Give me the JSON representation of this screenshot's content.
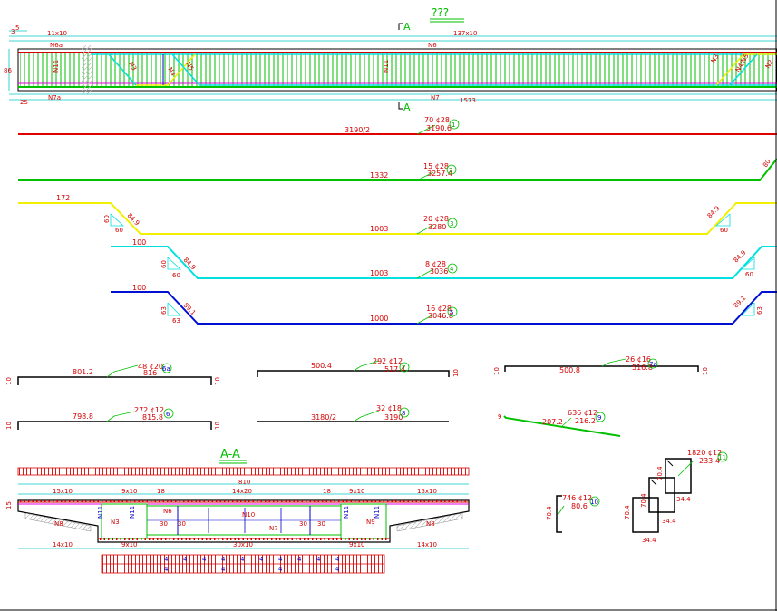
{
  "title": "???",
  "section_mark_top": "A",
  "section_mark_bottom": "A",
  "section_title": "A-A",
  "colors": {
    "red": "#e00000",
    "green": "#00c000",
    "yellow": "#f0f000",
    "cyan": "#00e0e0",
    "blue": "#0010d0",
    "dim": "#00c8c8",
    "text": "#d40000"
  },
  "elevation": {
    "dims_top_left": [
      "3",
      "5",
      "11x10"
    ],
    "dims_top_mid": "137x10",
    "dims_side": "86",
    "dim_bottom_left": "25",
    "dim_bottom_right": "1573",
    "labels": {
      "n6a": "N6a",
      "n6": "N6",
      "n11_left": "N11",
      "n11_mid": "N11",
      "n3_left": "N3",
      "n4": "N4",
      "n5_left": "N5",
      "n7": "N7",
      "n7a": "N7a",
      "n3_right": "N3",
      "n4n5_right": "N4/N5",
      "n2": "N2"
    }
  },
  "bars": [
    {
      "num": "1",
      "spec": "70 ¢28",
      "length": "3190.6",
      "dim": "3190/2"
    },
    {
      "num": "2",
      "spec": "15 ¢28",
      "length": "3257.4",
      "dim": "1332",
      "end_dim": "80"
    },
    {
      "num": "3",
      "spec": "20 ¢28",
      "length": "3280",
      "dim_left": "172",
      "dim_mid": "1003",
      "hook_left": "84.9",
      "hook_left_h": "60",
      "hook_left_w": "60",
      "hook_right": "84.9",
      "hook_right_w": "60"
    },
    {
      "num": "4",
      "spec": "8 ¢28",
      "length": "3036",
      "dim_left": "100",
      "dim_mid": "1003",
      "hook_left": "84.9",
      "hook_left_h": "60",
      "hook_left_w": "60",
      "hook_right": "84.9",
      "hook_right_w": "60"
    },
    {
      "num": "5",
      "spec": "16 ¢28",
      "length": "3046.8",
      "dim_left": "100",
      "dim_mid": "1000",
      "hook_left": "89.1",
      "hook_left_h": "63",
      "hook_left_w": "63",
      "hook_right": "89.1",
      "hook_right_w": "63"
    }
  ],
  "small_bars": [
    {
      "num": "6a",
      "spec": "48 ¢20",
      "length": "816",
      "dim": "801.2",
      "end": "10"
    },
    {
      "num": "7",
      "spec": "292 ¢12",
      "length": "517.4",
      "dim": "500.4",
      "end": "10"
    },
    {
      "num": "7a",
      "spec": "26 ¢16",
      "length": "516.8",
      "dim": "500.8",
      "end": "10"
    },
    {
      "num": "6",
      "spec": "272 ¢12",
      "length": "815.8",
      "dim": "798.8",
      "end": "10"
    },
    {
      "num": "8",
      "spec": "32 ¢18",
      "length": "3190",
      "dim": "3180/2"
    },
    {
      "num": "9",
      "spec": "636 ¢12",
      "length": "216.2",
      "dim": "207.2",
      "end": "9"
    },
    {
      "num": "10",
      "spec": "746 ¢12",
      "length": "80.6",
      "dim": "70.4"
    },
    {
      "num": "11",
      "spec": "1820 ¢12",
      "length": "233.4",
      "dim_a": "70.4",
      "dim_b": "34.4"
    }
  ],
  "section": {
    "top_dim": "810",
    "upper_dims": [
      "15x10",
      "9x10",
      "18",
      "14x20",
      "18",
      "9x10",
      "15x10"
    ],
    "lower_dims": [
      "14x10",
      "9x10",
      "30x10",
      "9x10",
      "14x10"
    ],
    "side_dim": "15",
    "inner_dims": [
      "30",
      "30",
      "30",
      "30"
    ],
    "labels": [
      "N8",
      "N11",
      "N11",
      "N3",
      "N6",
      "N10",
      "N7",
      "N11",
      "N11",
      "N9",
      "N8"
    ],
    "stack_labels": [
      "4",
      "4",
      "4",
      "4",
      "4",
      "4",
      "4",
      "4",
      "4",
      "4",
      "4",
      "4",
      "4",
      "4"
    ]
  }
}
